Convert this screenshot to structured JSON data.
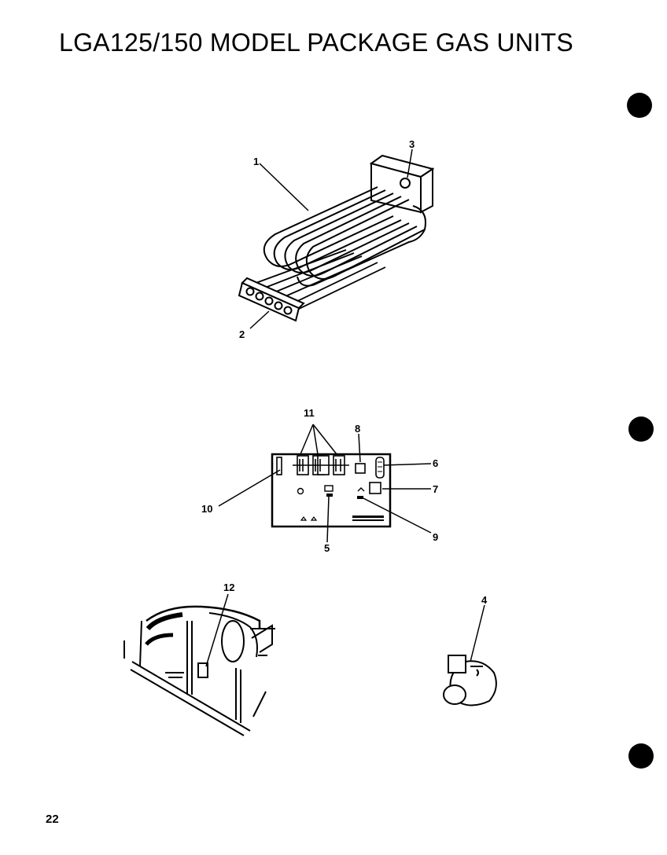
{
  "page": {
    "title": "LGA125/150 MODEL PACKAGE GAS UNITS",
    "page_number": "22"
  },
  "callouts": {
    "c1": "1",
    "c2": "2",
    "c3": "3",
    "c4": "4",
    "c5": "5",
    "c6": "6",
    "c7": "7",
    "c8": "8",
    "c9": "9",
    "c10": "10",
    "c11": "11",
    "c12": "12"
  }
}
